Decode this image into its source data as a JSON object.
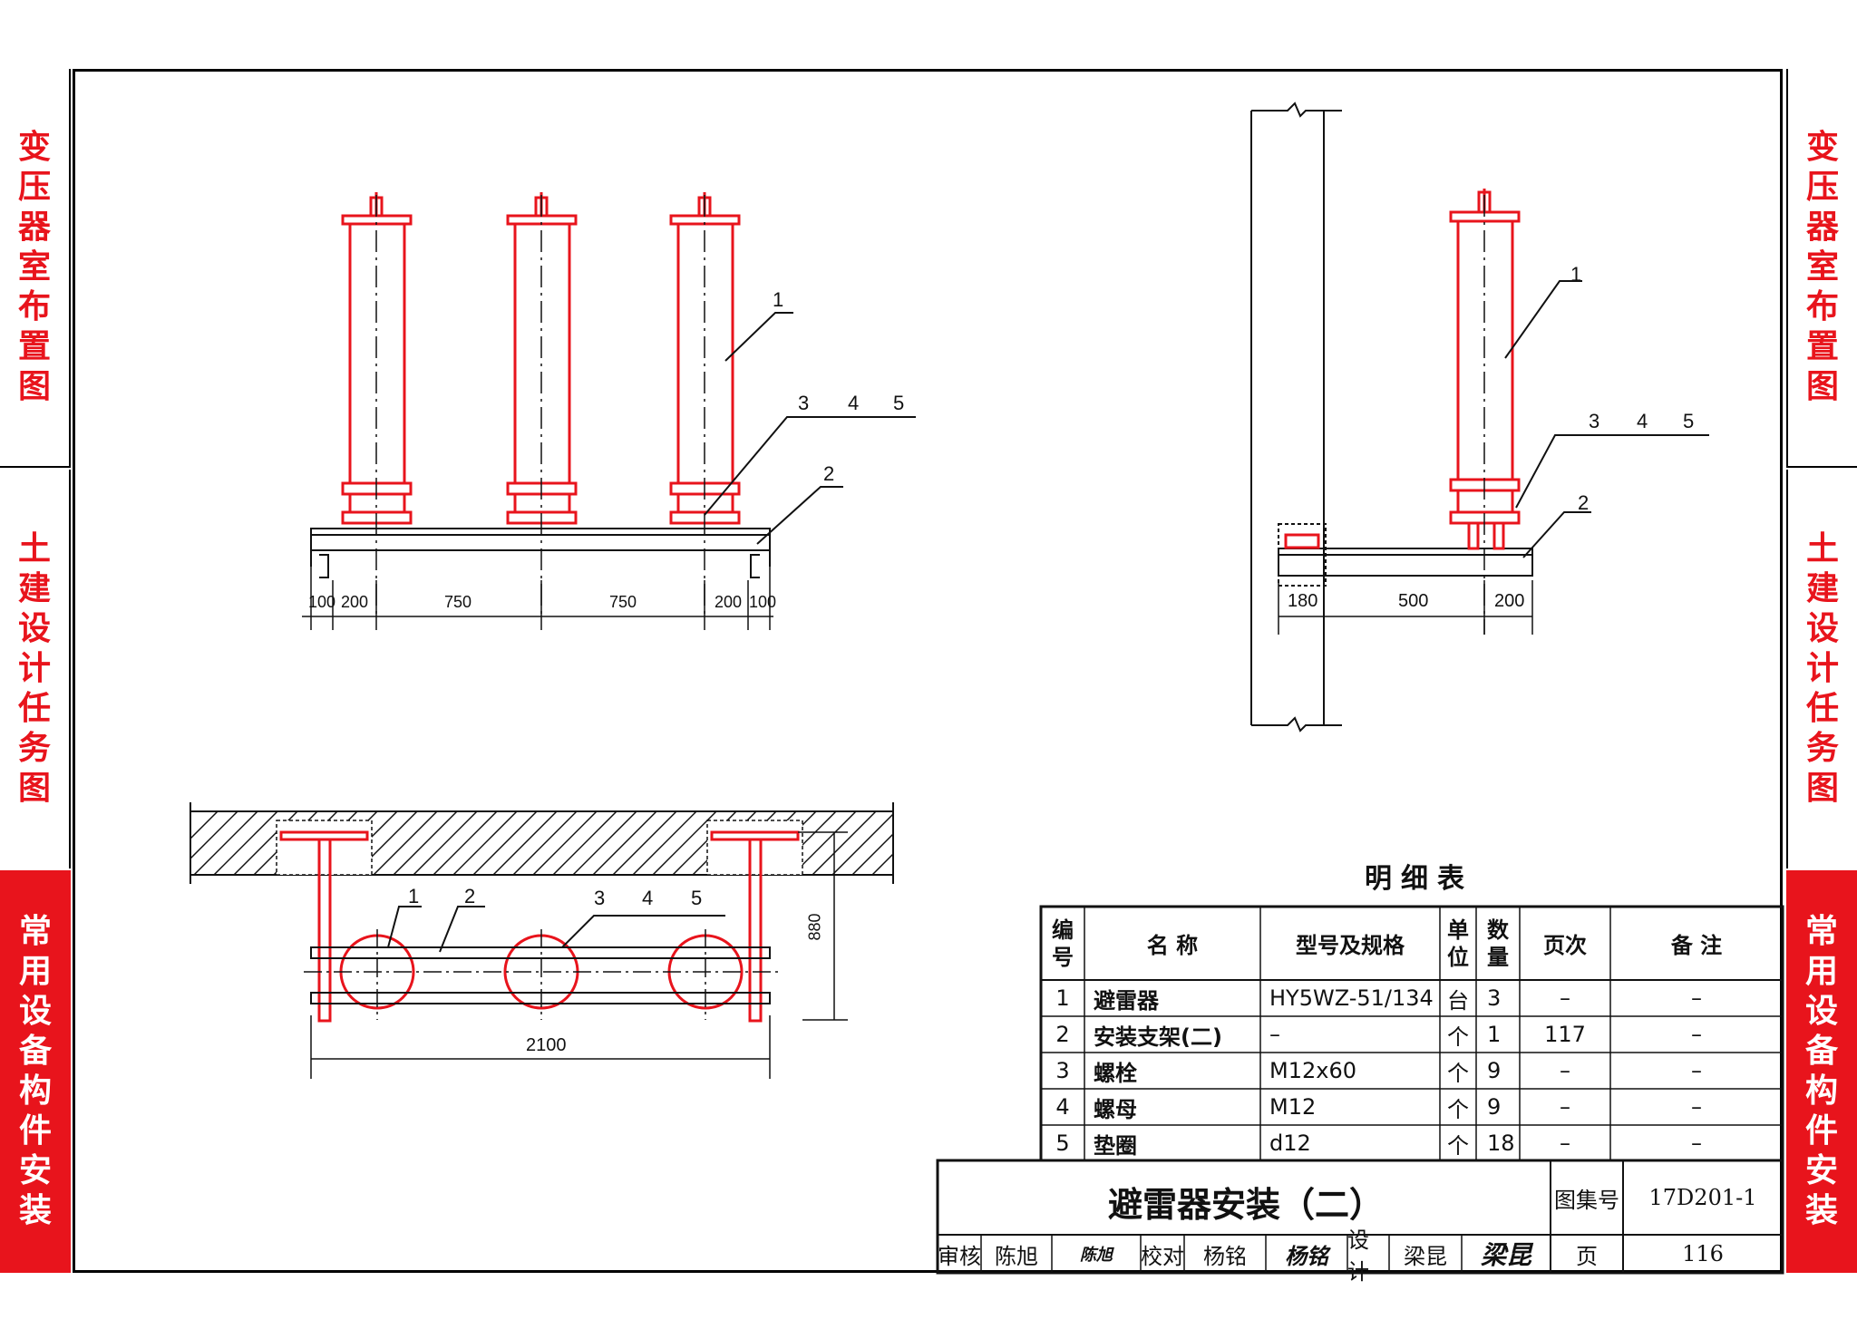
{
  "side_left": [
    {
      "text": "变压器室布置图",
      "style": "red-text"
    },
    {
      "text": "土建设计任务图",
      "style": "red-text"
    },
    {
      "text": "常用设备构件安装",
      "style": "white-text"
    }
  ],
  "side_right": [
    {
      "text": "变压器室布置图",
      "style": "red-text"
    },
    {
      "text": "土建设计任务图",
      "style": "red-text"
    },
    {
      "text": "常用设备构件安装",
      "style": "white-text"
    }
  ],
  "front_view": {
    "labels": [
      "1",
      "3",
      "4",
      "5",
      "2"
    ],
    "dims": [
      "100",
      "200",
      "750",
      "750",
      "200",
      "100"
    ]
  },
  "side_view": {
    "labels": [
      "1",
      "3",
      "4",
      "5",
      "2"
    ],
    "dims": [
      "180",
      "500",
      "200"
    ]
  },
  "plan_view": {
    "labels": [
      "1",
      "2",
      "3",
      "4",
      "5"
    ],
    "dim_width": "2100",
    "dim_depth": "880"
  },
  "parts_table": {
    "title": "明细表",
    "headers": {
      "no": "编号",
      "name": "名 称",
      "model": "型号及规格",
      "unit": "单位",
      "qty": "数量",
      "page": "页次",
      "remark": "备 注"
    },
    "rows": [
      {
        "no": "1",
        "name": "避雷器",
        "model": "HY5WZ-51/134",
        "unit": "台",
        "qty": "3",
        "page": "–",
        "remark": "–"
      },
      {
        "no": "2",
        "name": "安装支架(二)",
        "model": "–",
        "unit": "个",
        "qty": "1",
        "page": "117",
        "remark": "–"
      },
      {
        "no": "3",
        "name": "螺栓",
        "model": "M12x60",
        "unit": "个",
        "qty": "9",
        "page": "–",
        "remark": "–"
      },
      {
        "no": "4",
        "name": "螺母",
        "model": "M12",
        "unit": "个",
        "qty": "9",
        "page": "–",
        "remark": "–"
      },
      {
        "no": "5",
        "name": "垫圈",
        "model": "d12",
        "unit": "个",
        "qty": "18",
        "page": "–",
        "remark": "–"
      }
    ]
  },
  "title_block": {
    "drawing_title": "避雷器安装（二）",
    "atlas_label": "图集号",
    "atlas_no": "17D201-1",
    "review_label": "审核",
    "reviewer": "陈旭",
    "reviewer_sig": "陈旭",
    "check_label": "校对",
    "checker": "杨铭",
    "checker_sig": "杨铭",
    "design_label": "设计",
    "designer": "梁昆",
    "designer_sig": "梁昆",
    "page_label": "页",
    "page_no": "116"
  },
  "colors": {
    "red": "#e8141c",
    "line": "#111111"
  }
}
